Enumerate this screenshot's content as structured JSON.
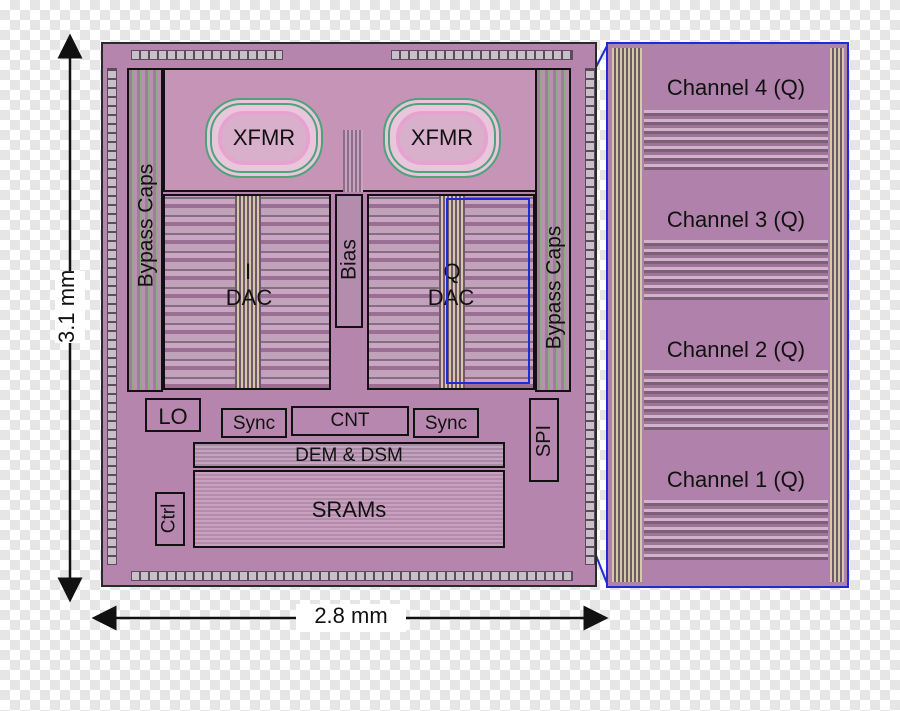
{
  "dimensions": {
    "height": "3.1 mm",
    "width": "2.8 mm"
  },
  "die": {
    "xfmr_left": "XFMR",
    "xfmr_right": "XFMR",
    "bypass_left": "Bypass Caps",
    "bypass_right": "Bypass Caps",
    "i_dac_line1": "I",
    "i_dac_line2": "DAC",
    "q_dac_line1": "Q",
    "q_dac_line2": "DAC",
    "bias": "Bias",
    "lo": "LO",
    "sync_left": "Sync",
    "cnt": "CNT",
    "sync_right": "Sync",
    "spi": "SPI",
    "dem_dsm": "DEM & DSM",
    "srams": "SRAMs",
    "ctrl": "Ctrl"
  },
  "zoom": {
    "channels": [
      "Channel 4 (Q)",
      "Channel 3 (Q)",
      "Channel 2 (Q)",
      "Channel 1 (Q)"
    ]
  },
  "colors": {
    "zoom_outline": "#1e2bd6",
    "die_fill": "#b585ad"
  }
}
